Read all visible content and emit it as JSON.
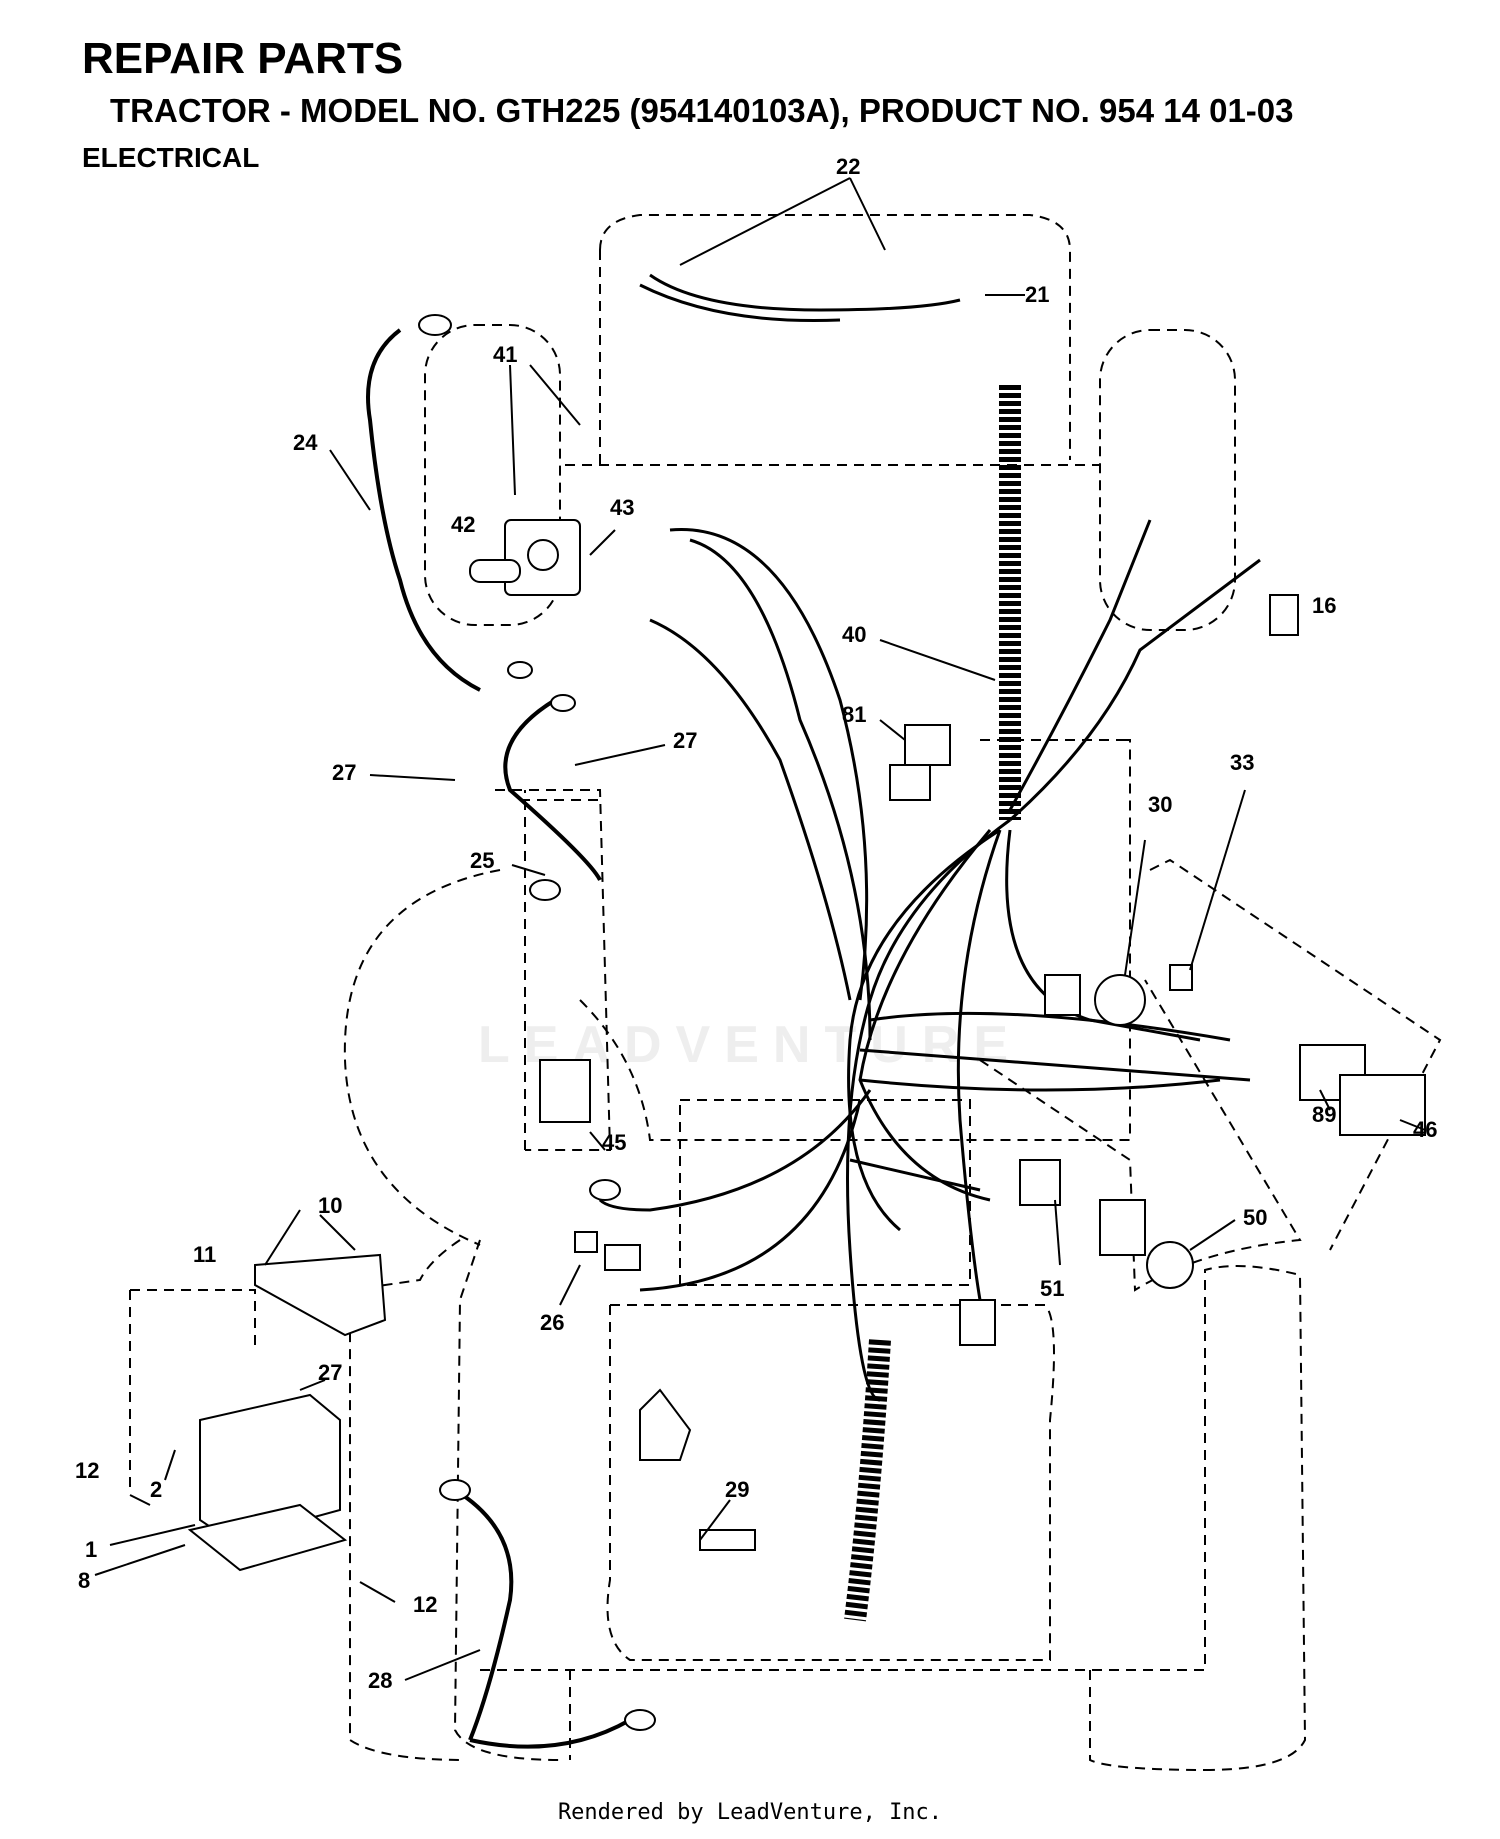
{
  "header": {
    "title": "REPAIR PARTS",
    "model_line": "TRACTOR - MODEL NO. GTH225 (954140103A), PRODUCT NO. 954 14 01-03",
    "section": "ELECTRICAL"
  },
  "watermark": "LEADVENTURE",
  "footer": "Rendered by LeadVenture, Inc.",
  "callouts": [
    "22",
    "21",
    "41",
    "24",
    "43",
    "42",
    "16",
    "40",
    "81",
    "27",
    "27",
    "30",
    "33",
    "25",
    "45",
    "89",
    "46",
    "10",
    "11",
    "50",
    "51",
    "26",
    "27",
    "2",
    "12",
    "1",
    "8",
    "12",
    "29",
    "28"
  ],
  "colors": {
    "ink": "#000000",
    "watermark": "#eeeeee"
  }
}
